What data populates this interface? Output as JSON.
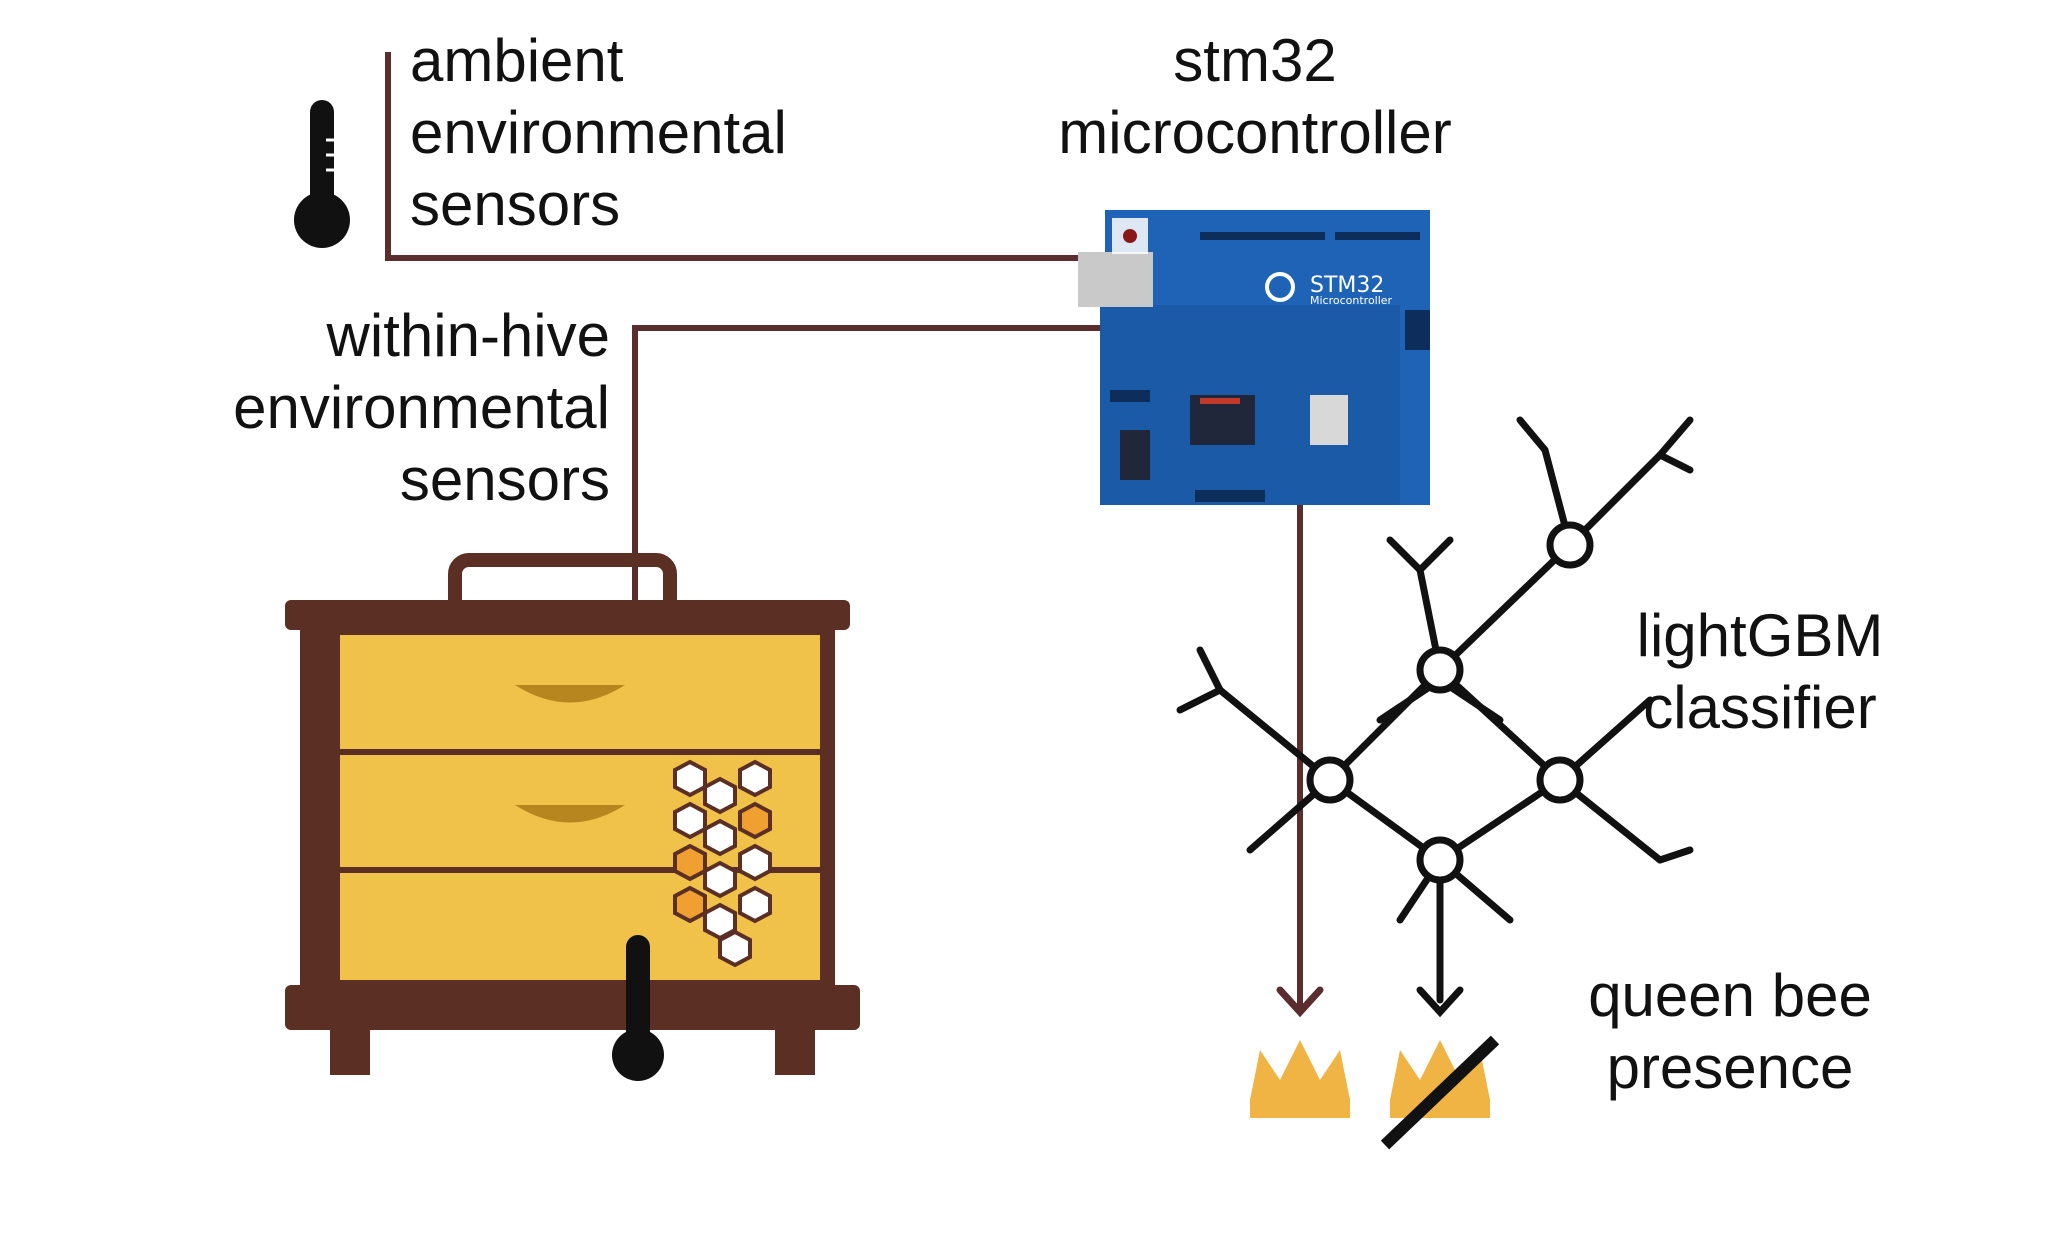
{
  "labels": {
    "ambient": [
      "ambient",
      "environmental",
      "sensors"
    ],
    "within_hive": [
      "within-hive",
      "environmental",
      "sensors"
    ],
    "mcu": [
      "stm32",
      "microcontroller"
    ],
    "classifier": [
      "lightGBM",
      "classifier"
    ],
    "output": [
      "queen bee",
      "presence"
    ]
  },
  "board_text": {
    "brand": "STM32",
    "sub": "Microcontroller"
  },
  "colors": {
    "wire": "#5a2e2e",
    "board": "#1e63b5",
    "hive_wood": "#5b2f24",
    "hive_box": "#f0c24a",
    "crown": "#f0b445",
    "honey": "#f0a030"
  }
}
